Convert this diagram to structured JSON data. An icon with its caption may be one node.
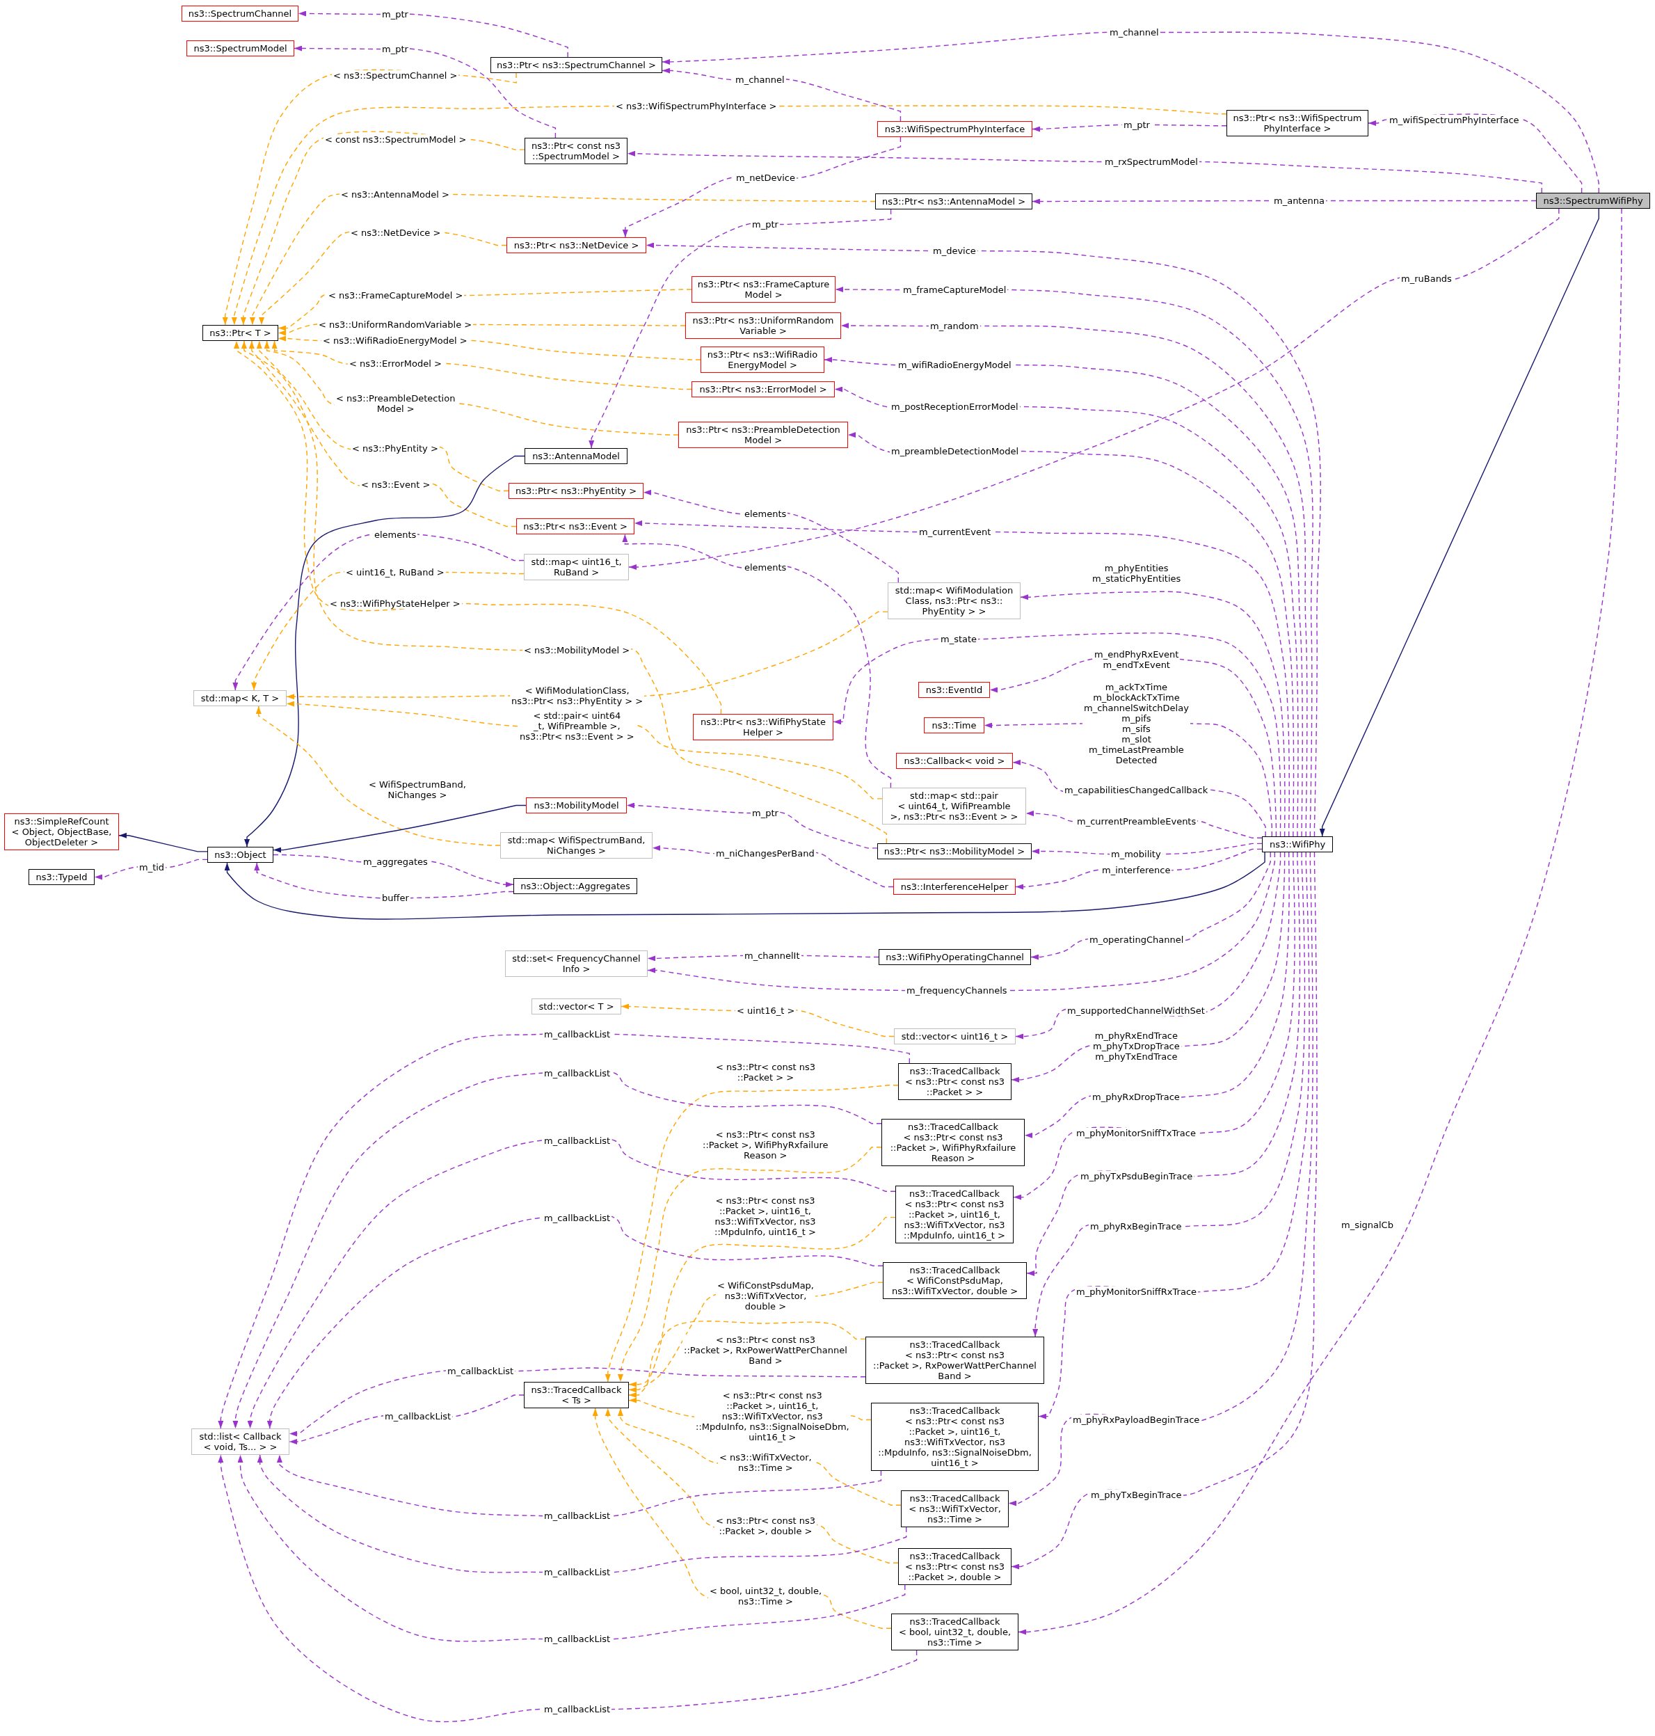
{
  "diagram": {
    "nodes": [
      {
        "text": [
          "ns3::SpectrumChannel"
        ]
      },
      {
        "text": [
          "ns3::SpectrumModel"
        ]
      },
      {
        "text": [
          "ns3::Ptr< ns3::SpectrumChannel >"
        ]
      },
      {
        "text": [
          "ns3::Ptr< ns3::WifiSpectrum PhyInterface >"
        ]
      },
      {
        "text": [
          "ns3::WifiSpectrumPhyInterface"
        ]
      },
      {
        "text": [
          "ns3::Ptr< const ns3 ::SpectrumModel >"
        ]
      },
      {
        "text": [
          "ns3::Ptr< ns3::AntennaModel >"
        ]
      },
      {
        "text": [
          "ns3::SpectrumWifiPhy"
        ]
      },
      {
        "text": [
          "ns3::Ptr< ns3::NetDevice >"
        ]
      },
      {
        "text": [
          "ns3::Ptr< ns3::FrameCapture Model >"
        ]
      },
      {
        "text": [
          "ns3::Ptr< T >"
        ]
      },
      {
        "text": [
          "ns3::Ptr< ns3::UniformRandom Variable >"
        ]
      },
      {
        "text": [
          "ns3::Ptr< ns3::WifiRadio EnergyModel >"
        ]
      },
      {
        "text": [
          "ns3::Ptr< ns3::ErrorModel >"
        ]
      },
      {
        "text": [
          "ns3::Ptr< ns3::PreambleDetection Model >"
        ]
      },
      {
        "text": [
          "ns3::AntennaModel"
        ]
      },
      {
        "text": [
          "ns3::Ptr< ns3::PhyEntity >"
        ]
      },
      {
        "text": [
          "ns3::Ptr< ns3::Event >"
        ]
      },
      {
        "text": [
          "std::map< uint16_t, RuBand >"
        ]
      },
      {
        "text": [
          "std::map< WifiModulation Class, ns3::Ptr< ns3:: PhyEntity > >"
        ]
      },
      {
        "text": [
          "ns3::EventId"
        ]
      },
      {
        "text": [
          "std::map< K, T >"
        ]
      },
      {
        "text": [
          "ns3::Ptr< ns3::WifiPhyState Helper >"
        ]
      },
      {
        "text": [
          "ns3::Time"
        ]
      },
      {
        "text": [
          "ns3::Callback< void >"
        ]
      },
      {
        "text": [
          "std::map< std::pair < uint64_t, WifiPreamble >, ns3::Ptr< ns3::Event > >"
        ]
      },
      {
        "text": [
          "ns3::MobilityModel"
        ]
      },
      {
        "text": [
          "ns3::SimpleRefCount < Object, ObjectBase, ObjectDeleter >"
        ]
      },
      {
        "text": [
          "std::map< WifiSpectrumBand, NiChanges >"
        ]
      },
      {
        "text": [
          "ns3::WifiPhy"
        ]
      },
      {
        "text": [
          "ns3::Ptr< ns3::MobilityModel >"
        ]
      },
      {
        "text": [
          "ns3::Object"
        ]
      },
      {
        "text": [
          "ns3::TypeId"
        ]
      },
      {
        "text": [
          "ns3::Object::Aggregates"
        ]
      },
      {
        "text": [
          "ns3::InterferenceHelper"
        ]
      },
      {
        "text": [
          "std::set< FrequencyChannel Info >"
        ]
      },
      {
        "text": [
          "ns3::WifiPhyOperatingChannel"
        ]
      },
      {
        "text": [
          "std::vector< T >"
        ]
      },
      {
        "text": [
          "std::vector< uint16_t >"
        ]
      },
      {
        "text": [
          "ns3::TracedCallback < ns3::Ptr< const ns3 ::Packet > >"
        ]
      },
      {
        "text": [
          "ns3::TracedCallback < ns3::Ptr< const ns3 ::Packet >, WifiPhyRxfailure Reason >"
        ]
      },
      {
        "text": [
          "ns3::TracedCallback < ns3::Ptr< const ns3 ::Packet >, uint16_t, ns3::WifiTxVector, ns3 ::MpduInfo, uint16_t >"
        ]
      },
      {
        "text": [
          "ns3::TracedCallback < WifiConstPsduMap, ns3::WifiTxVector, double >"
        ]
      },
      {
        "text": [
          "ns3::TracedCallback < ns3::Ptr< const ns3 ::Packet >, RxPowerWattPerChannel Band >"
        ]
      },
      {
        "text": [
          "ns3::TracedCallback < Ts >"
        ]
      },
      {
        "text": [
          "ns3::TracedCallback < ns3::Ptr< const ns3 ::Packet >, uint16_t, ns3::WifiTxVector, ns3 ::MpduInfo, ns3::SignalNoiseDbm, uint16_t >"
        ]
      },
      {
        "text": [
          "std::list< Callback < void, Ts... > >"
        ]
      },
      {
        "text": [
          "ns3::TracedCallback < ns3::WifiTxVector, ns3::Time >"
        ]
      },
      {
        "text": [
          "ns3::TracedCallback < ns3::Ptr< const ns3 ::Packet >, double >"
        ]
      },
      {
        "text": [
          "ns3::TracedCallback < bool, uint32_t, double, ns3::Time >"
        ]
      }
    ],
    "edges": [
      {
        "from": 7,
        "to": 2,
        "arrow": "to",
        "label": "m_channel",
        "style": "dashed"
      },
      {
        "from": 7,
        "to": 3,
        "arrow": "to",
        "label": "m_wifiSpectrumPhyInterface",
        "style": "dashed"
      },
      {
        "from": 7,
        "to": 5,
        "arrow": "to",
        "label": "m_rxSpectrumModel",
        "style": "dashed"
      },
      {
        "from": 7,
        "to": 6,
        "arrow": "to",
        "label": "m_antenna",
        "style": "dashed"
      },
      {
        "from": 7,
        "to": 18,
        "arrow": "to",
        "label": "m_ruBands",
        "style": "dashed"
      },
      {
        "from": 7,
        "to": 49,
        "arrow": "to",
        "label": "m_signalCb",
        "style": "dashed"
      },
      {
        "from": 7,
        "to": 29,
        "arrow": "to",
        "color": "#191970"
      },
      {
        "from": 2,
        "to": 0,
        "arrow": "to",
        "label": "m_ptr",
        "style": "dashed"
      },
      {
        "from": 2,
        "to": 10,
        "arrow": "to",
        "label": "< ns3::SpectrumChannel >",
        "style": "dashed",
        "color": "#ffa500"
      },
      {
        "from": 5,
        "to": 1,
        "arrow": "to",
        "label": "m_ptr",
        "style": "dashed"
      },
      {
        "from": 5,
        "to": 10,
        "arrow": "to",
        "label": "< const ns3::SpectrumModel >",
        "style": "dashed",
        "color": "#ffa500"
      },
      {
        "from": 3,
        "to": 4,
        "arrow": "to",
        "label": "m_ptr",
        "style": "dashed"
      },
      {
        "from": 3,
        "to": 10,
        "arrow": "to",
        "label": "< ns3::WifiSpectrumPhyInterface >",
        "style": "dashed",
        "color": "#ffa500"
      },
      {
        "from": 4,
        "to": 2,
        "arrow": "to",
        "label": "m_channel",
        "style": "dashed"
      },
      {
        "from": 4,
        "to": 8,
        "arrow": "to",
        "label": "m_netDevice",
        "style": "dashed"
      },
      {
        "from": 6,
        "to": 15,
        "arrow": "to",
        "label": "m_ptr",
        "style": "dashed"
      },
      {
        "from": 6,
        "to": 10,
        "arrow": "to",
        "label": "< ns3::AntennaModel >",
        "style": "dashed",
        "color": "#ffa500"
      },
      {
        "from": 8,
        "to": 10,
        "arrow": "to",
        "label": "< ns3::NetDevice >",
        "style": "dashed",
        "color": "#ffa500"
      },
      {
        "from": 9,
        "to": 10,
        "arrow": "to",
        "label": "< ns3::FrameCaptureModel >",
        "style": "dashed",
        "color": "#ffa500"
      },
      {
        "from": 11,
        "to": 10,
        "arrow": "to",
        "label": "< ns3::UniformRandomVariable >",
        "style": "dashed",
        "color": "#ffa500"
      },
      {
        "from": 12,
        "to": 10,
        "arrow": "to",
        "label": "< ns3::WifiRadioEnergyModel >",
        "style": "dashed",
        "color": "#ffa500"
      },
      {
        "from": 13,
        "to": 10,
        "arrow": "to",
        "label": "< ns3::ErrorModel >",
        "style": "dashed",
        "color": "#ffa500"
      },
      {
        "from": 14,
        "to": 10,
        "arrow": "to",
        "label": "< ns3::PreambleDetection Model >",
        "style": "dashed",
        "color": "#ffa500"
      },
      {
        "from": 16,
        "to": 10,
        "arrow": "to",
        "label": "< ns3::PhyEntity >",
        "style": "dashed",
        "color": "#ffa500"
      },
      {
        "from": 17,
        "to": 10,
        "arrow": "to",
        "label": "< ns3::Event >",
        "style": "dashed",
        "color": "#ffa500"
      },
      {
        "from": 22,
        "to": 10,
        "arrow": "to",
        "label": "< ns3::WifiPhyStateHelper >",
        "style": "dashed",
        "color": "#ffa500"
      },
      {
        "from": 30,
        "to": 10,
        "arrow": "to",
        "label": "< ns3::MobilityModel >",
        "style": "dashed",
        "color": "#ffa500"
      },
      {
        "from": 15,
        "to": 31,
        "arrow": "to",
        "color": "#191970"
      },
      {
        "from": 18,
        "to": 21,
        "arrow": "to",
        "label": "elements",
        "style": "dashed"
      },
      {
        "from": 18,
        "to": 21,
        "arrow": "to",
        "label": "< uint16_t, RuBand >",
        "style": "dashed",
        "color": "#ffa500"
      },
      {
        "from": 19,
        "to": 16,
        "arrow": "to",
        "label": "elements",
        "style": "dashed"
      },
      {
        "from": 19,
        "to": 21,
        "arrow": "to",
        "label": "< WifiModulationClass, ns3::Ptr< ns3::PhyEntity > >",
        "style": "dashed",
        "color": "#ffa500"
      },
      {
        "from": 25,
        "to": 17,
        "arrow": "to",
        "label": "elements",
        "style": "dashed"
      },
      {
        "from": 25,
        "to": 21,
        "arrow": "to",
        "label": "< std::pair< uint64 _t, WifiPreamble >, ns3::Ptr< ns3::Event > >",
        "style": "dashed",
        "color": "#ffa500"
      },
      {
        "from": 28,
        "to": 21,
        "arrow": "to",
        "label": "< WifiSpectrumBand, NiChanges >",
        "style": "dashed",
        "color": "#ffa500"
      },
      {
        "from": 26,
        "to": 31,
        "arrow": "to",
        "color": "#191970"
      },
      {
        "from": 30,
        "to": 26,
        "arrow": "to",
        "label": "m_ptr",
        "style": "dashed"
      },
      {
        "from": 34,
        "to": 28,
        "arrow": "to",
        "label": "m_niChangesPerBand",
        "style": "dashed"
      },
      {
        "from": 31,
        "to": 27,
        "arrow": "to",
        "color": "#191970"
      },
      {
        "from": 31,
        "to": 32,
        "arrow": "to",
        "label": "m_tid",
        "style": "dashed"
      },
      {
        "from": 31,
        "to": 33,
        "arrow": "to",
        "label": "m_aggregates",
        "style": "dashed"
      },
      {
        "from": 33,
        "to": 31,
        "arrow": "to",
        "label": "buffer",
        "style": "dashed"
      },
      {
        "from": 29,
        "to": 31,
        "arrow": "to",
        "color": "#191970"
      },
      {
        "from": 29,
        "to": 8,
        "arrow": "to",
        "label": "m_device",
        "style": "dashed"
      },
      {
        "from": 29,
        "to": 9,
        "arrow": "to",
        "label": "m_frameCaptureModel",
        "style": "dashed"
      },
      {
        "from": 29,
        "to": 11,
        "arrow": "to",
        "label": "m_random",
        "style": "dashed"
      },
      {
        "from": 29,
        "to": 12,
        "arrow": "to",
        "label": "m_wifiRadioEnergyModel",
        "style": "dashed"
      },
      {
        "from": 29,
        "to": 13,
        "arrow": "to",
        "label": "m_postReceptionErrorModel",
        "style": "dashed"
      },
      {
        "from": 29,
        "to": 14,
        "arrow": "to",
        "label": "m_preambleDetectionModel",
        "style": "dashed"
      },
      {
        "from": 29,
        "to": 17,
        "arrow": "to",
        "label": "m_currentEvent",
        "style": "dashed"
      },
      {
        "from": 29,
        "to": 19,
        "arrow": "to",
        "label": "m_phyEntities m_staticPhyEntities",
        "style": "dashed"
      },
      {
        "from": 29,
        "to": 22,
        "arrow": "to",
        "label": "m_state",
        "style": "dashed"
      },
      {
        "from": 29,
        "to": 20,
        "arrow": "to",
        "label": "m_endPhyRxEvent m_endTxEvent",
        "style": "dashed"
      },
      {
        "from": 29,
        "to": 23,
        "arrow": "to",
        "label": "m_ackTxTime m_blockAckTxTime m_channelSwitchDelay m_pifs m_sifs m_slot m_timeLastPreamble Detected",
        "style": "dashed"
      },
      {
        "from": 29,
        "to": 24,
        "arrow": "to",
        "label": "m_capabilitiesChangedCallback",
        "style": "dashed"
      },
      {
        "from": 29,
        "to": 25,
        "arrow": "to",
        "label": "m_currentPreambleEvents",
        "style": "dashed"
      },
      {
        "from": 29,
        "to": 30,
        "arrow": "to",
        "label": "m_mobility",
        "style": "dashed"
      },
      {
        "from": 29,
        "to": 34,
        "arrow": "to",
        "label": "m_interference",
        "style": "dashed"
      },
      {
        "from": 29,
        "to": 36,
        "arrow": "to",
        "label": "m_operatingChannel",
        "style": "dashed"
      },
      {
        "from": 29,
        "to": 35,
        "arrow": "to",
        "label": "m_frequencyChannels",
        "style": "dashed"
      },
      {
        "from": 29,
        "to": 38,
        "arrow": "to",
        "label": "m_supportedChannelWidthSet",
        "style": "dashed"
      },
      {
        "from": 29,
        "to": 39,
        "arrow": "to",
        "label": "m_phyRxEndTrace m_phyTxDropTrace m_phyTxEndTrace",
        "style": "dashed"
      },
      {
        "from": 29,
        "to": 40,
        "arrow": "to",
        "label": "m_phyRxDropTrace",
        "style": "dashed"
      },
      {
        "from": 29,
        "to": 41,
        "arrow": "to",
        "label": "m_phyMonitorSniffTxTrace",
        "style": "dashed"
      },
      {
        "from": 29,
        "to": 42,
        "arrow": "to",
        "label": "m_phyTxPsduBeginTrace",
        "style": "dashed"
      },
      {
        "from": 29,
        "to": 43,
        "arrow": "to",
        "label": "m_phyRxBeginTrace",
        "style": "dashed"
      },
      {
        "from": 29,
        "to": 45,
        "arrow": "to",
        "label": "m_phyMonitorSniffRxTrace",
        "style": "dashed"
      },
      {
        "from": 29,
        "to": 47,
        "arrow": "to",
        "label": "m_phyRxPayloadBeginTrace",
        "style": "dashed"
      },
      {
        "from": 29,
        "to": 48,
        "arrow": "to",
        "label": "m_phyTxBeginTrace",
        "style": "dashed"
      },
      {
        "from": 36,
        "to": 35,
        "arrow": "to",
        "label": "m_channelIt",
        "style": "dashed"
      },
      {
        "from": 38,
        "to": 37,
        "arrow": "to",
        "label": "< uint16_t >",
        "style": "dashed",
        "color": "#ffa500"
      },
      {
        "from": 39,
        "to": 44,
        "arrow": "to",
        "label": "< ns3::Ptr< const ns3 ::Packet > >",
        "style": "dashed",
        "color": "#ffa500"
      },
      {
        "from": 40,
        "to": 44,
        "arrow": "to",
        "label": "< ns3::Ptr< const ns3 ::Packet >, WifiPhyRxfailure Reason >",
        "style": "dashed",
        "color": "#ffa500"
      },
      {
        "from": 41,
        "to": 44,
        "arrow": "to",
        "label": "< ns3::Ptr< const ns3 ::Packet >, uint16_t, ns3::WifiTxVector, ns3 ::MpduInfo, uint16_t >",
        "style": "dashed",
        "color": "#ffa500"
      },
      {
        "from": 42,
        "to": 44,
        "arrow": "to",
        "label": "< WifiConstPsduMap, ns3::WifiTxVector, double >",
        "style": "dashed",
        "color": "#ffa500"
      },
      {
        "from": 43,
        "to": 44,
        "arrow": "to",
        "label": "< ns3::Ptr< const ns3 ::Packet >, RxPowerWattPerChannel Band >",
        "style": "dashed",
        "color": "#ffa500"
      },
      {
        "from": 45,
        "to": 44,
        "arrow": "to",
        "label": "< ns3::Ptr< const ns3 ::Packet >, uint16_t, ns3::WifiTxVector, ns3 ::MpduInfo, ns3::SignalNoiseDbm, uint16_t >",
        "style": "dashed",
        "color": "#ffa500"
      },
      {
        "from": 47,
        "to": 44,
        "arrow": "to",
        "label": "< ns3::WifiTxVector, ns3::Time >",
        "style": "dashed",
        "color": "#ffa500"
      },
      {
        "from": 48,
        "to": 44,
        "arrow": "to",
        "label": "< ns3::Ptr< const ns3 ::Packet >, double >",
        "style": "dashed",
        "color": "#ffa500"
      },
      {
        "from": 49,
        "to": 44,
        "arrow": "to",
        "label": "< bool, uint32_t, double, ns3::Time >",
        "style": "dashed",
        "color": "#ffa500"
      },
      {
        "from": 39,
        "to": 46,
        "arrow": "to",
        "label": "m_callbackList",
        "style": "dashed"
      },
      {
        "from": 40,
        "to": 46,
        "arrow": "to",
        "label": "m_callbackList",
        "style": "dashed"
      },
      {
        "from": 41,
        "to": 46,
        "arrow": "to",
        "label": "m_callbackList",
        "style": "dashed"
      },
      {
        "from": 42,
        "to": 46,
        "arrow": "to",
        "label": "m_callbackList",
        "style": "dashed"
      },
      {
        "from": 44,
        "to": 46,
        "arrow": "to",
        "label": "m_callbackList",
        "style": "dashed"
      },
      {
        "from": 43,
        "to": 46,
        "arrow": "to",
        "label": "m_callbackList",
        "style": "dashed"
      },
      {
        "from": 45,
        "to": 46,
        "arrow": "to",
        "label": "m_callbackList",
        "style": "dashed"
      },
      {
        "from": 47,
        "to": 46,
        "arrow": "to",
        "label": "m_callbackList",
        "style": "dashed"
      },
      {
        "from": 48,
        "to": 46,
        "arrow": "to",
        "label": "m_callbackList",
        "style": "dashed"
      },
      {
        "from": 49,
        "to": 46,
        "arrow": "to",
        "label": "m_callbackList",
        "style": "dashed"
      }
    ]
  }
}
